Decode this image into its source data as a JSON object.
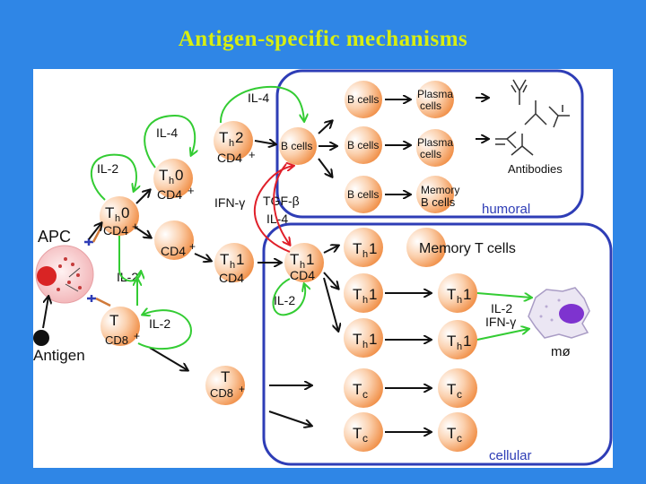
{
  "title": "Antigen-specific mechanisms",
  "labels": {
    "apc": "APC",
    "antigen": "Antigen",
    "humoral": "humoral",
    "cellular": "cellular",
    "antibodies": "Antibodies",
    "macrophage": "mø"
  },
  "cytokines": {
    "il4_top": "IL-4",
    "il4_mid": "IL-4",
    "il2_left": "IL-2",
    "il2_apc": "IL-2",
    "il2_t": "IL-2",
    "il2_th1": "IL-2",
    "ifn": "IFN-γ",
    "tgf": "TGF-β",
    "il4_small": "IL-4",
    "il2_mac": "IL-2",
    "ifn_mac": "IFN-γ"
  },
  "cells": {
    "b_cells": "B cells",
    "plasma_1": "Plasma",
    "plasma_2": "cells",
    "memory_b_1": "Memory",
    "memory_b_2": "B cells",
    "memory_t": "Memory T cells",
    "th_main": "T",
    "th0_sub": "h",
    "th0_num": "0",
    "th1_num": "1",
    "th2_num": "2",
    "cd4": "CD4",
    "cd4_plus": "CD4+",
    "cd4_sup": "+",
    "cd8": "CD8",
    "cd8_plus": "CD8+",
    "t": "T",
    "tc_sub": "c"
  },
  "colors": {
    "background": "#2f86e6",
    "title": "#d8ee10",
    "box_border": "#2e3db6",
    "cell_orange": "#f08a3a",
    "green_arrow": "#33cc33",
    "red_arrow": "#e0202a"
  }
}
